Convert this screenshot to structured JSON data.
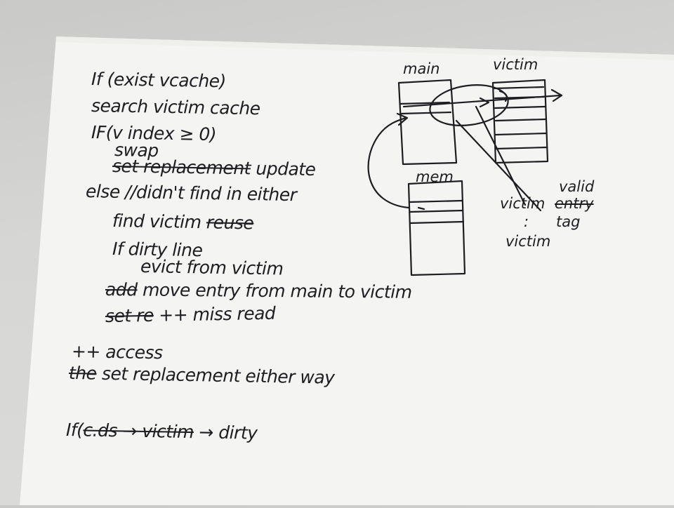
{
  "note": {
    "lines": [
      {
        "text": "If (exist vcache)"
      },
      {
        "text": "search victim cache"
      },
      {
        "text": "IF(v index ≥ 0)"
      },
      {
        "text": "swap"
      },
      {
        "struck": "set replacement",
        "text": "update"
      },
      {
        "text": "else //didn't find in either"
      },
      {
        "text": "find victim",
        "struck": "reuse"
      },
      {
        "text": "If dirty line"
      },
      {
        "text": "evict from victim"
      },
      {
        "struck": "add",
        "text": "move entry from main to victim"
      },
      {
        "struck": "set re",
        "text": "++ miss read"
      },
      {
        "text": "++ access"
      },
      {
        "struck": "the",
        "text": "set replacement either way"
      },
      {
        "prefix": "If(",
        "struck": "c.ds → victim",
        "text": "→ dirty"
      }
    ]
  },
  "diagram": {
    "main_label": "main",
    "victim_label": "victim",
    "mem_label": "mem",
    "field_top": "valid",
    "field_struck": "entry",
    "field_mid": "tag",
    "victim_from": "victim",
    "victim_dots": ":",
    "victim_to": "victim"
  },
  "colors": {
    "ink": "#1d1d22",
    "paper": "#f3f3f1",
    "background": "#cfcfcd"
  }
}
